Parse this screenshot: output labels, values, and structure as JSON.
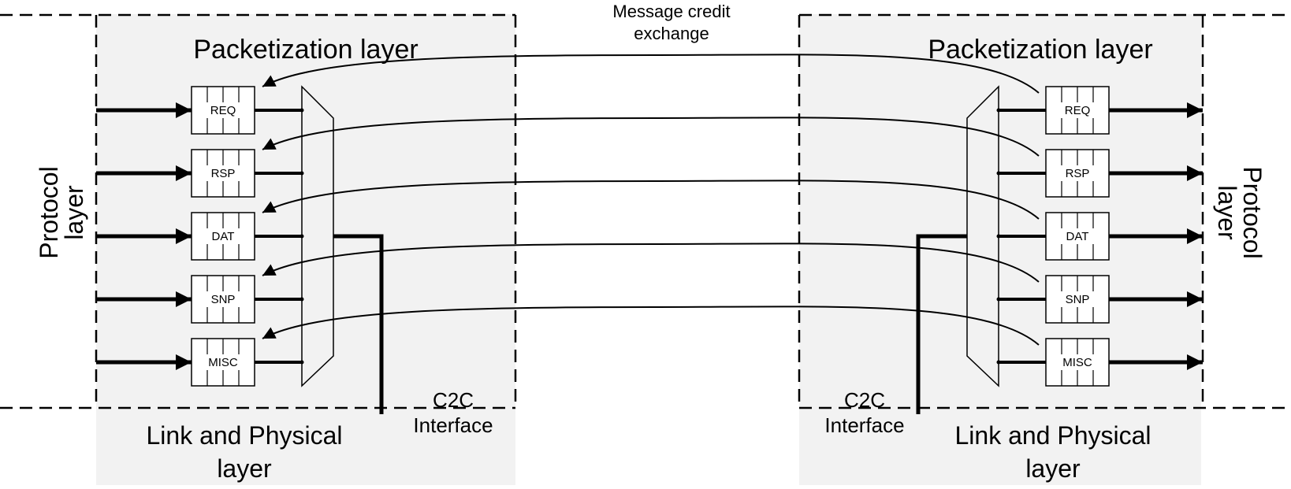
{
  "title": {
    "line1": "Message credit",
    "line2": "exchange"
  },
  "left": {
    "packetization_layer": "Packetization layer",
    "protocol_layer": {
      "line1": "Protocol",
      "line2": "layer"
    },
    "link_physical": {
      "line1": "Link and Physical",
      "line2": "layer"
    },
    "c2c_interface": {
      "line1": "C2C",
      "line2": "Interface"
    }
  },
  "right": {
    "packetization_layer": "Packetization layer",
    "protocol_layer": {
      "line1": "Protocol",
      "line2": "layer"
    },
    "link_physical": {
      "line1": "Link and Physical",
      "line2": "layer"
    },
    "c2c_interface": {
      "line1": "C2C",
      "line2": "Interface"
    }
  },
  "queues": [
    "REQ",
    "RSP",
    "DAT",
    "SNP",
    "MISC"
  ],
  "colors": {
    "region_fill": "#f2f2f2",
    "line": "#000000"
  }
}
